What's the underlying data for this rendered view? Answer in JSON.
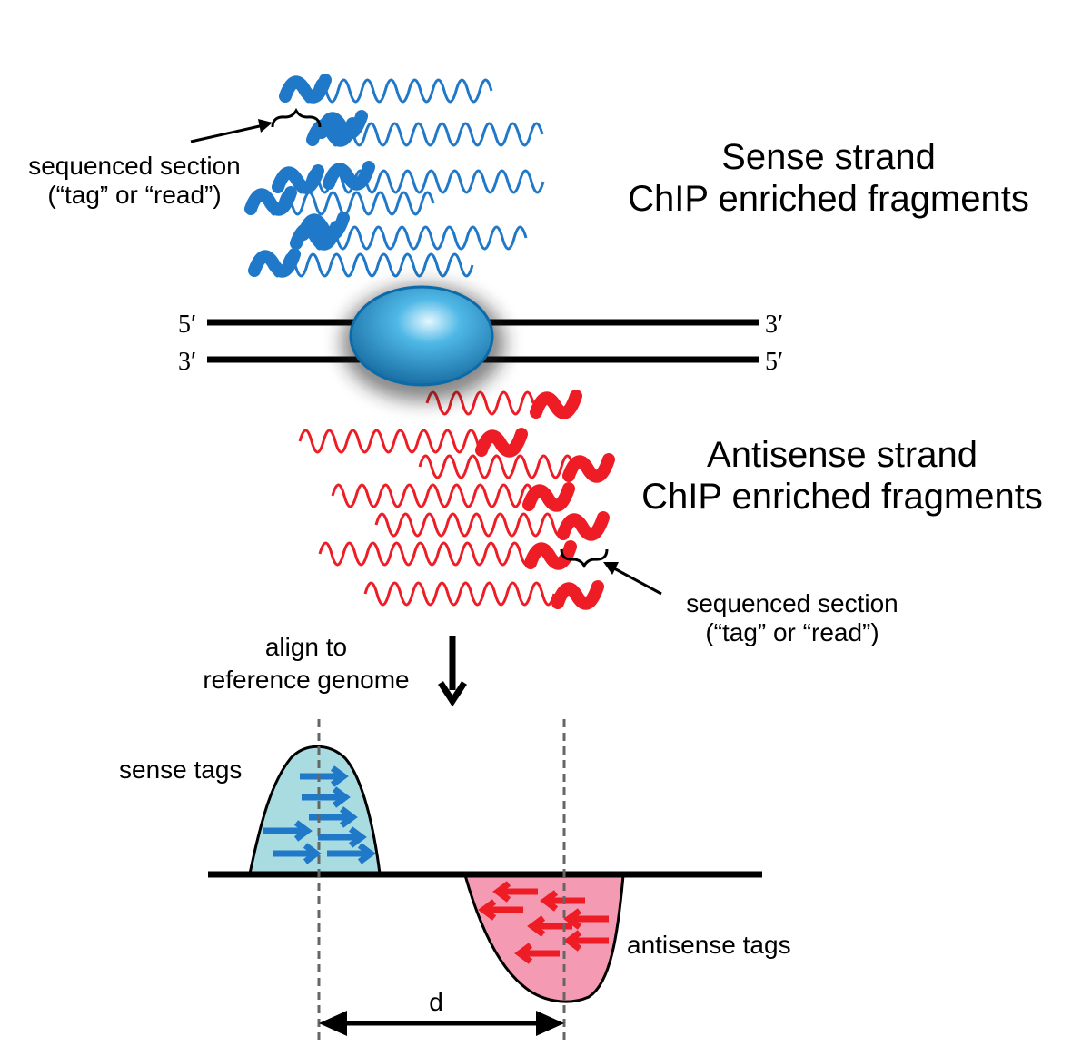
{
  "sense": {
    "title_line1": "Sense strand",
    "title_line2": "ChIP enriched fragments",
    "annotation_line1": "sequenced section",
    "annotation_line2": "(“tag” or  “read”)",
    "color": "#1f78c8"
  },
  "antisense": {
    "title_line1": "Antisense strand",
    "title_line2": "ChIP enriched fragments",
    "annotation_line1": "sequenced section",
    "annotation_line2": "(“tag” or  “read”)",
    "color": "#ee1c24"
  },
  "dna": {
    "top_left": "5′",
    "top_right": "3′",
    "bottom_left": "3′",
    "bottom_right": "5′",
    "protein_color": "#1a86c4"
  },
  "align": {
    "line1": "align to",
    "line2": "reference genome"
  },
  "profile": {
    "sense_label": "sense tags",
    "antisense_label": "antisense tags",
    "distance_label": "d",
    "sense_fill": "#a8dce0",
    "antisense_fill": "#f49ab2"
  }
}
